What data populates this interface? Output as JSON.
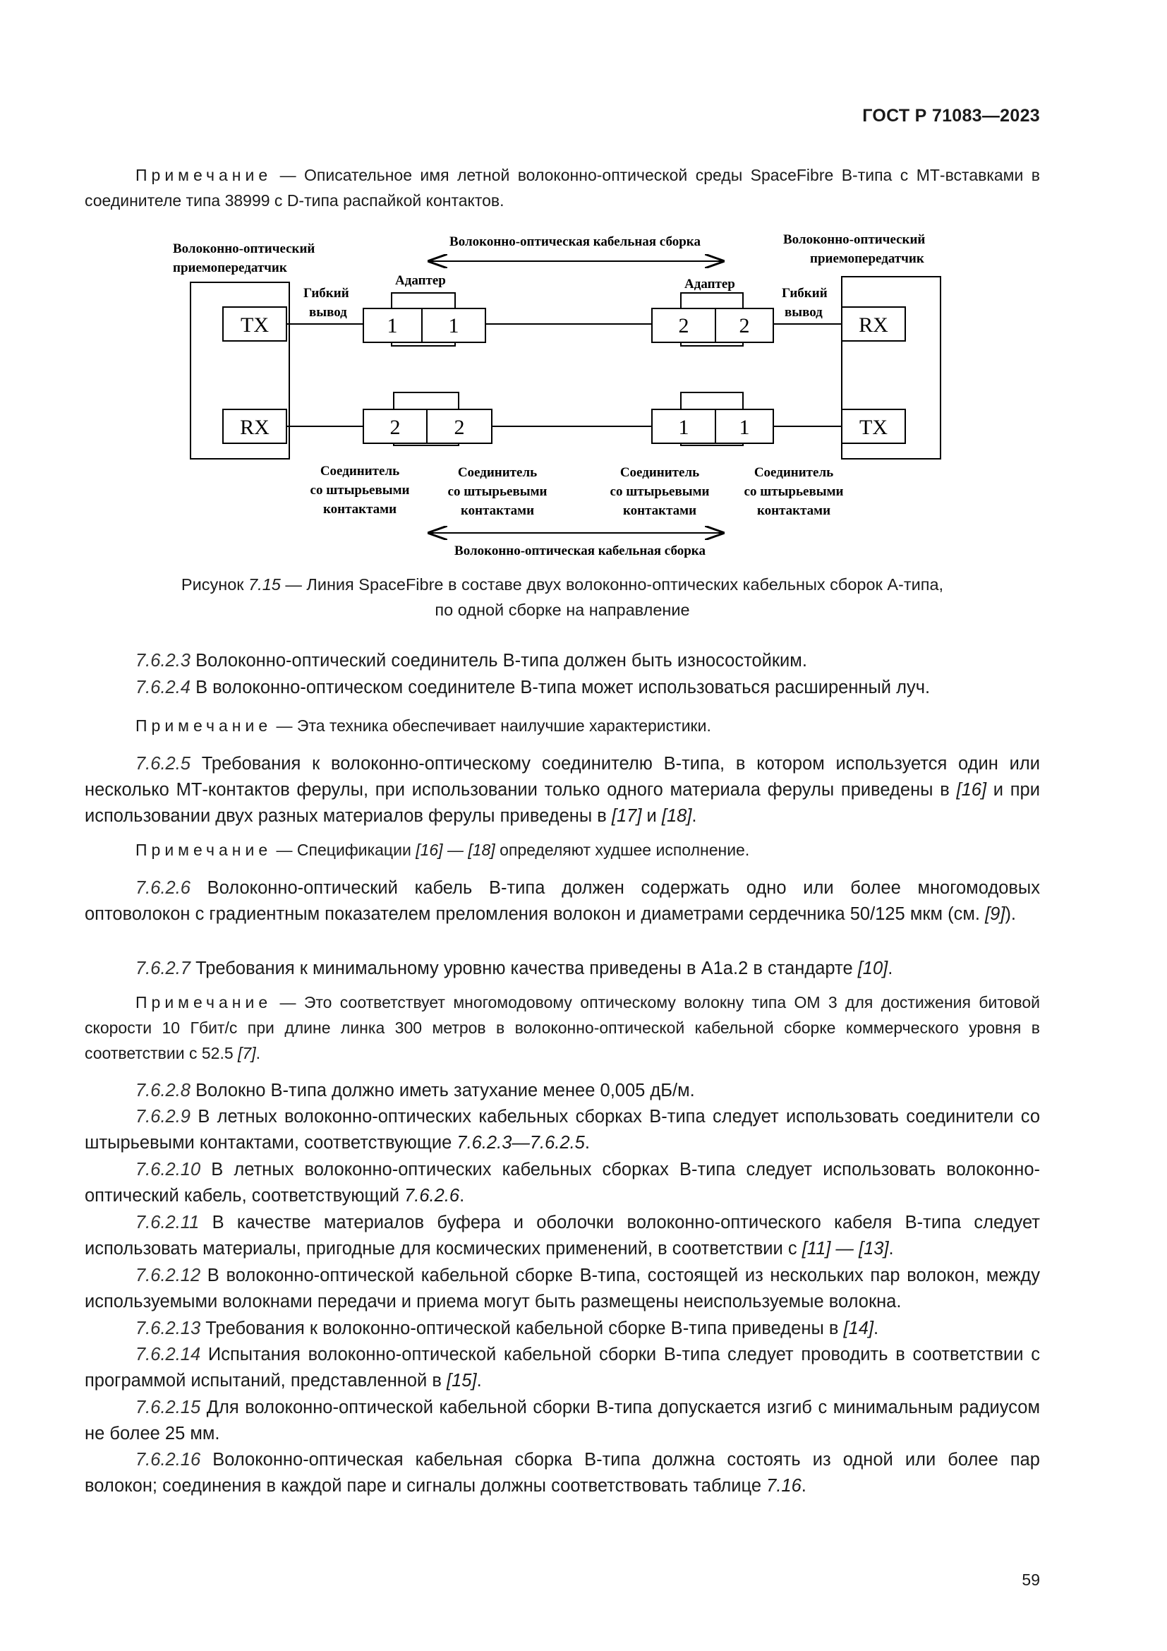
{
  "header": {
    "doc_code": "ГОСТ Р 71083—2023"
  },
  "note1": {
    "label": "Примечание",
    "text": " — Описательное имя летной волоконно-оптической среды SpaceFibre B-типа с МТ-вставками в соединителе типа 38999 с D-типа распайкой контактов."
  },
  "figure": {
    "left_transceiver": "Волоконно-оптический приемопередатчик",
    "right_transceiver": "Волоконно-оптический приемопередатчик",
    "top_assembly": "Волоконно-оптическая кабельная сборка",
    "bottom_assembly": "Волоконно-оптическая кабельная сборка",
    "flex_left_1": "Гибкий",
    "flex_left_2": "вывод",
    "flex_right_1": "Гибкий",
    "flex_right_2": "вывод",
    "adapter_left": "Адаптер",
    "adapter_right": "Адаптер",
    "tx_left": "TX",
    "rx_left": "RX",
    "rx_right": "RX",
    "tx_right": "TX",
    "conn_top_left_a": "1",
    "conn_top_left_b": "1",
    "conn_top_right_a": "2",
    "conn_top_right_b": "2",
    "conn_bot_left_a": "2",
    "conn_bot_left_b": "2",
    "conn_bot_right_a": "1",
    "conn_bot_right_b": "1",
    "pin_connector_1": [
      "Соединитель",
      "со штырьевыми",
      "контактами"
    ],
    "pin_connector_2": [
      "Соединитель",
      "со штырьевыми",
      "контактами"
    ],
    "pin_connector_3": [
      "Соединитель",
      "со штырьевыми",
      "контактами"
    ],
    "pin_connector_4": [
      "Соединитель",
      "со штырьевыми",
      "контактами"
    ]
  },
  "caption": {
    "prefix": "Рисунок ",
    "num": "7.15",
    "line1": " — Линия SpaceFibre в составе двух волоконно-оптических кабельных сборок A-типа,",
    "line2": "по одной сборке на направление"
  },
  "paragraphs": {
    "p723_num": "7.6.2.3",
    "p723_text": " Волоконно-оптический соединитель B-типа должен быть износостойким.",
    "p724_num": "7.6.2.4",
    "p724_text": " В волоконно-оптическом соединителе B-типа может использоваться расширенный луч.",
    "note2_label": "Примечание",
    "note2_text": " — Эта техника обеспечивает наилучшие характеристики.",
    "p725_num": "7.6.2.5",
    "p725_a": " Требования к волоконно-оптическому соединителю B-типа, в котором используется один или несколько МТ-контактов ферулы, при использовании только одного материала ферулы приведены в ",
    "p725_ref1": "[16]",
    "p725_b": " и при использовании двух разных материалов ферулы приведены в ",
    "p725_ref2": "[17]",
    "p725_c": " и ",
    "p725_ref3": "[18]",
    "p725_d": ".",
    "note3_label": "Примечание",
    "note3_a": " — Спецификации ",
    "note3_ref": "[16] — [18]",
    "note3_b": " определяют худшее исполнение.",
    "p726_num": "7.6.2.6",
    "p726_a": " Волоконно-оптический кабель B-типа должен содержать одно или более многомодовых оптоволокон с градиентным показателем преломления волокон и диаметрами сердечника 50/125 мкм (см. ",
    "p726_ref": "[9]",
    "p726_b": ").",
    "p727_num": "7.6.2.7",
    "p727_a": " Требования к минимальному уровню качества приведены в A1a.2 в стандарте ",
    "p727_ref": "[10]",
    "p727_b": ".",
    "note4_label": "Примечание",
    "note4_a": " — Это соответствует многомодовому оптическому волокну типа OM 3 для достижения битовой скорости 10 Гбит/с при длине линка 300 метров в волоконно-оптической кабельной сборке коммерческого уровня в соответствии с 52.5 ",
    "note4_ref": "[7]",
    "note4_b": ".",
    "p728_num": "7.6.2.8",
    "p728_text": " Волокно B-типа должно иметь затухание менее 0,005 дБ/м.",
    "p729_num": "7.6.2.9",
    "p729_a": " В летных волоконно-оптических кабельных сборках B-типа следует использовать соединители со штырьевыми контактами, соответствующие ",
    "p729_ref": "7.6.2.3—7.6.2.5",
    "p729_b": ".",
    "p7210_num": "7.6.2.10",
    "p7210_a": " В летных волоконно-оптических кабельных сборках B-типа следует использовать волоконно-оптический кабель, соответствующий ",
    "p7210_ref": "7.6.2.6",
    "p7210_b": ".",
    "p7211_num": "7.6.2.11",
    "p7211_a": " В качестве материалов буфера и оболочки волоконно-оптического кабеля B-типа следует использовать материалы, пригодные для космических применений, в соответствии с ",
    "p7211_ref": "[11] — [13]",
    "p7211_b": ".",
    "p7212_num": "7.6.2.12",
    "p7212_text": " В волоконно-оптической кабельной сборке B-типа, состоящей из нескольких пар волокон, между используемыми волокнами передачи и приема могут быть размещены неиспользуемые волокна.",
    "p7213_num": "7.6.2.13",
    "p7213_a": " Требования к волоконно-оптической кабельной сборке B-типа приведены в ",
    "p7213_ref": "[14]",
    "p7213_b": ".",
    "p7214_num": "7.6.2.14",
    "p7214_a": " Испытания волоконно-оптической кабельной сборки B-типа следует проводить в соответствии с программой испытаний, представленной в ",
    "p7214_ref": "[15]",
    "p7214_b": ".",
    "p7215_num": "7.6.2.15",
    "p7215_text": " Для волоконно-оптической кабельной сборки B-типа допускается изгиб с минимальным радиусом не более 25 мм.",
    "p7216_num": "7.6.2.16",
    "p7216_a": " Волоконно-оптическая кабельная сборка B-типа должна состоять из одной или более пар волокон; соединения в каждой паре и сигналы должны соответствовать таблице ",
    "p7216_ref": "7.16",
    "p7216_b": "."
  },
  "footer": {
    "page_number": "59"
  }
}
